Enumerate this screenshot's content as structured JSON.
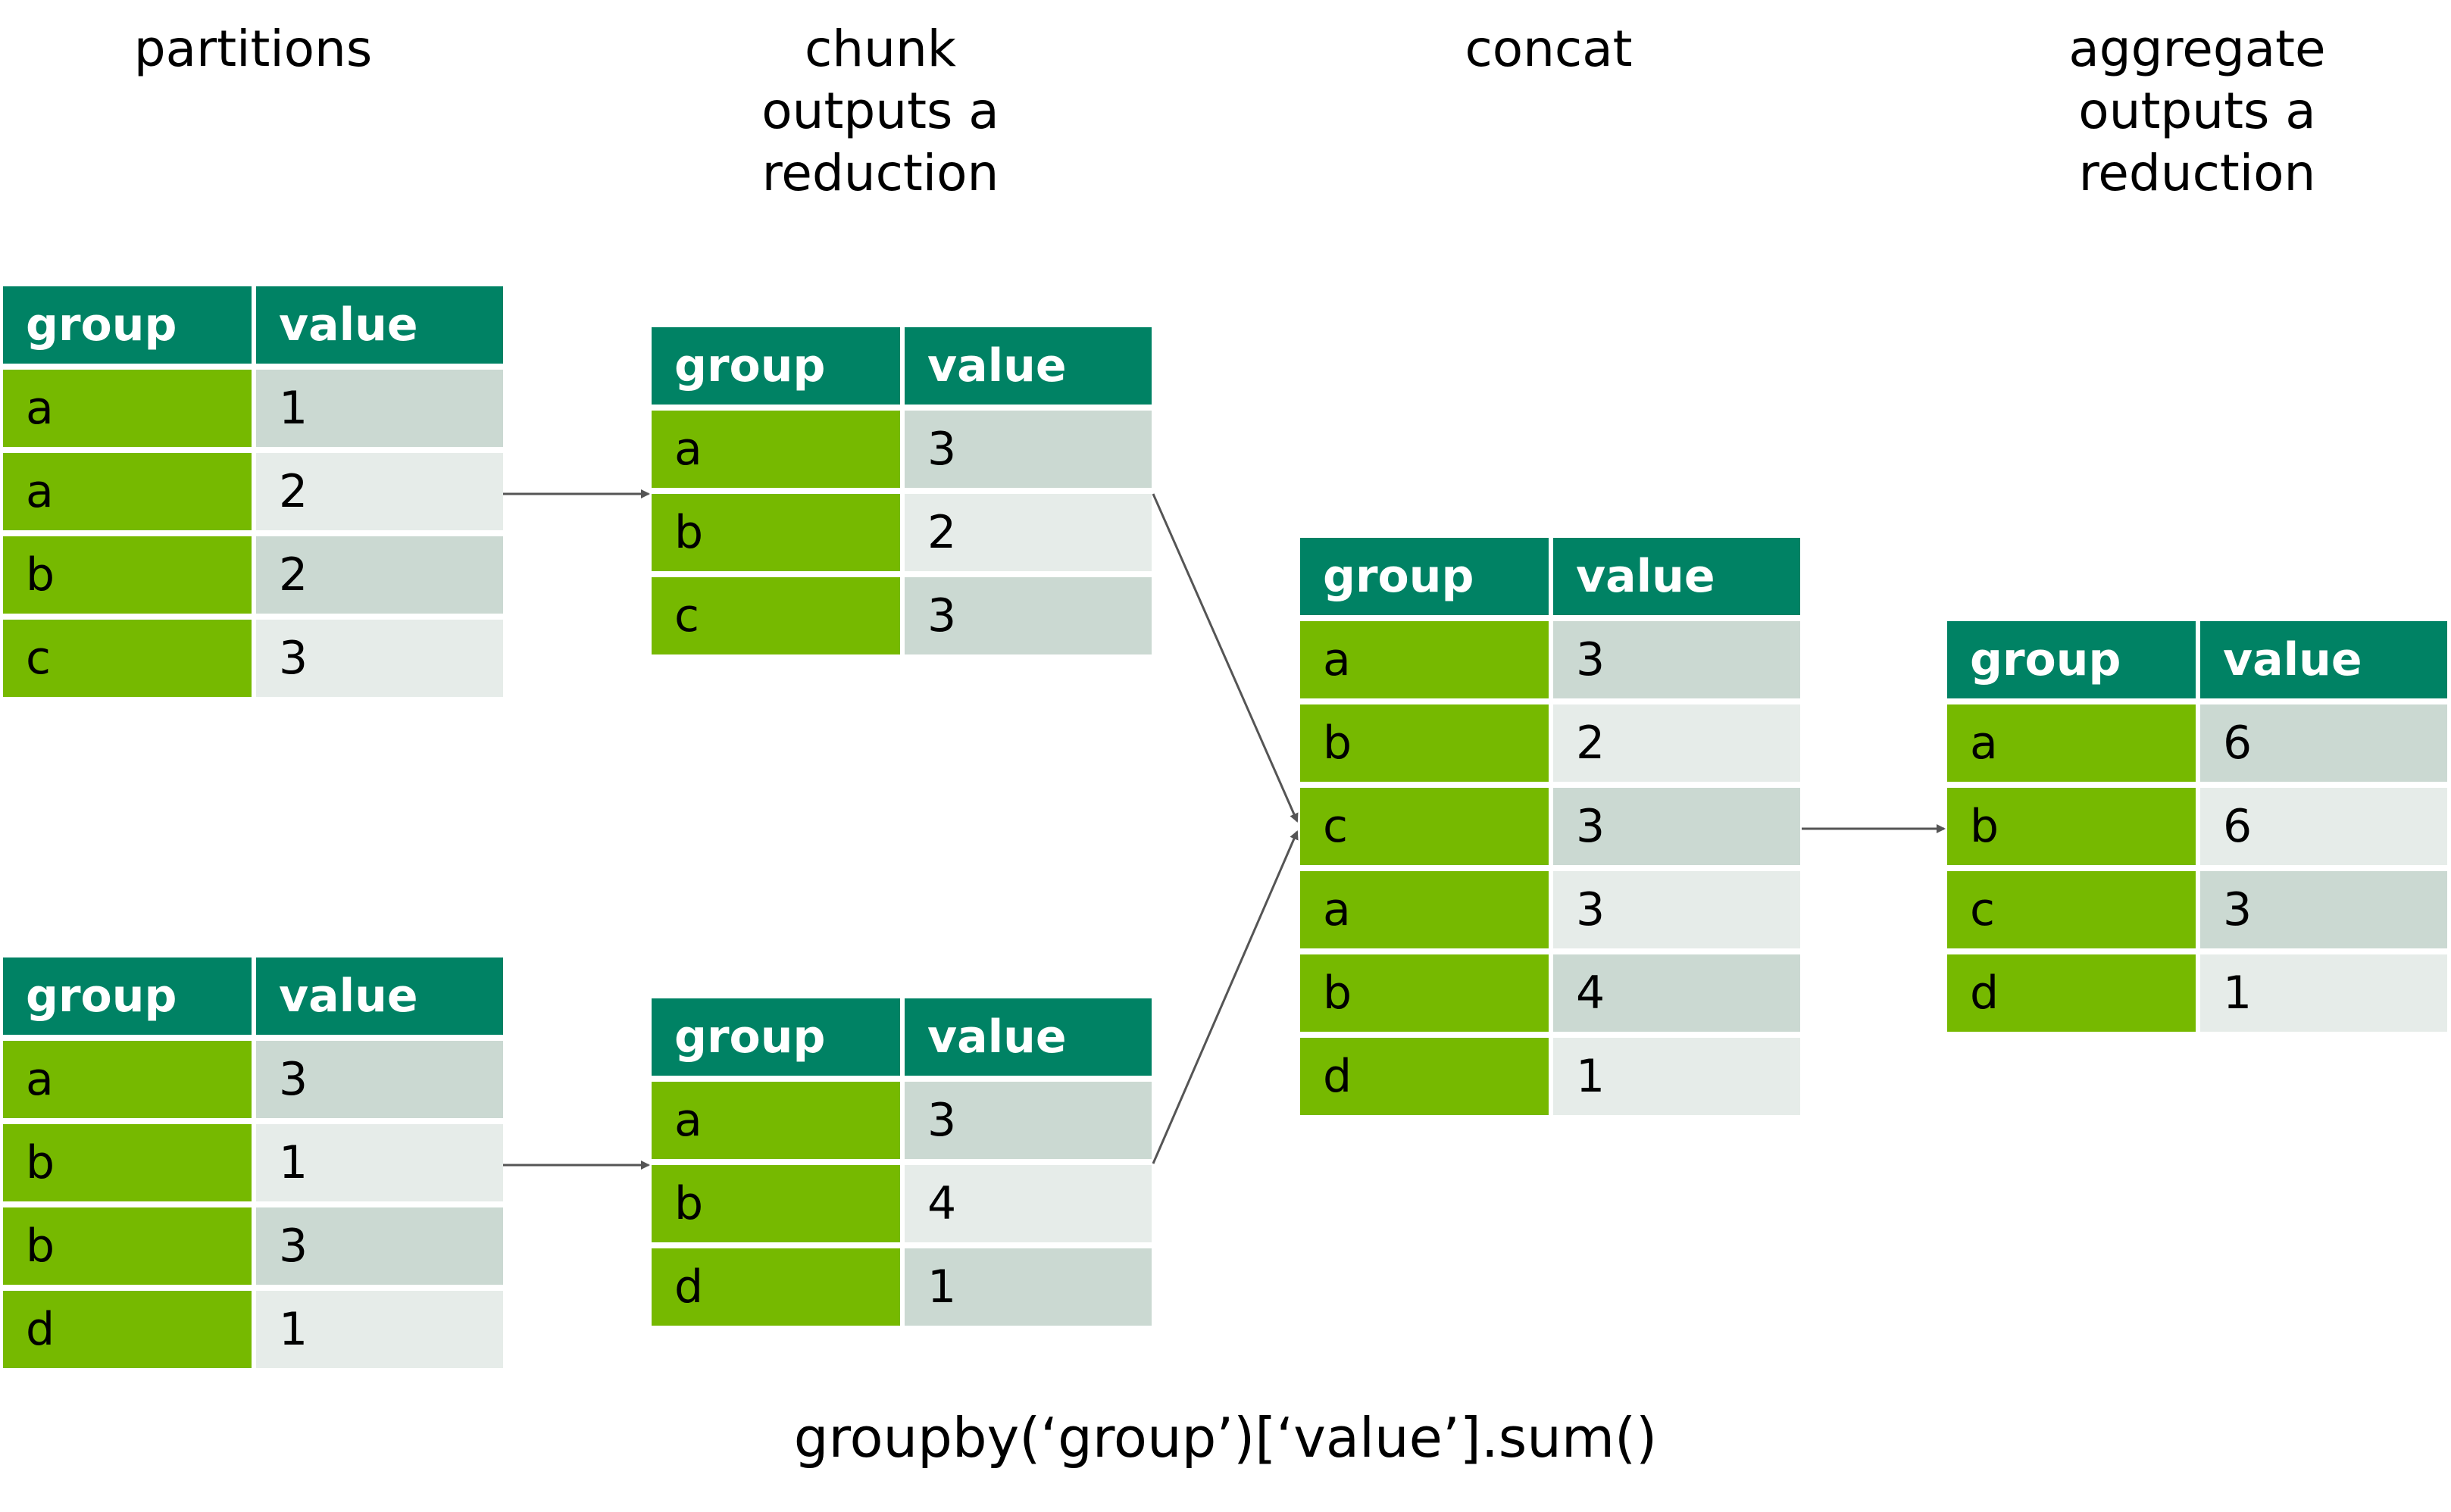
{
  "stages": [
    {
      "id": "partitions",
      "title": "partitions"
    },
    {
      "id": "chunk",
      "title": "chunk\noutputs a\nreduction"
    },
    {
      "id": "concat",
      "title": "concat"
    },
    {
      "id": "aggregate",
      "title": "aggregate\noutputs a\nreduction"
    }
  ],
  "columns": {
    "key": "group",
    "value": "value"
  },
  "tables": {
    "partition_1": [
      [
        "a",
        "1"
      ],
      [
        "a",
        "2"
      ],
      [
        "b",
        "2"
      ],
      [
        "c",
        "3"
      ]
    ],
    "partition_2": [
      [
        "a",
        "3"
      ],
      [
        "b",
        "1"
      ],
      [
        "b",
        "3"
      ],
      [
        "d",
        "1"
      ]
    ],
    "chunk_1": [
      [
        "a",
        "3"
      ],
      [
        "b",
        "2"
      ],
      [
        "c",
        "3"
      ]
    ],
    "chunk_2": [
      [
        "a",
        "3"
      ],
      [
        "b",
        "4"
      ],
      [
        "d",
        "1"
      ]
    ],
    "concat": [
      [
        "a",
        "3"
      ],
      [
        "b",
        "2"
      ],
      [
        "c",
        "3"
      ],
      [
        "a",
        "3"
      ],
      [
        "b",
        "4"
      ],
      [
        "d",
        "1"
      ]
    ],
    "aggregate": [
      [
        "a",
        "6"
      ],
      [
        "b",
        "6"
      ],
      [
        "c",
        "3"
      ],
      [
        "d",
        "1"
      ]
    ]
  },
  "caption": "groupby(‘group’)[‘value’].sum()",
  "colors": {
    "header": "#008264",
    "key_cell": "#76b900",
    "value_cell_dark": "#cbd9d2",
    "value_cell_light": "#e6ece9",
    "arrow": "#555555"
  }
}
